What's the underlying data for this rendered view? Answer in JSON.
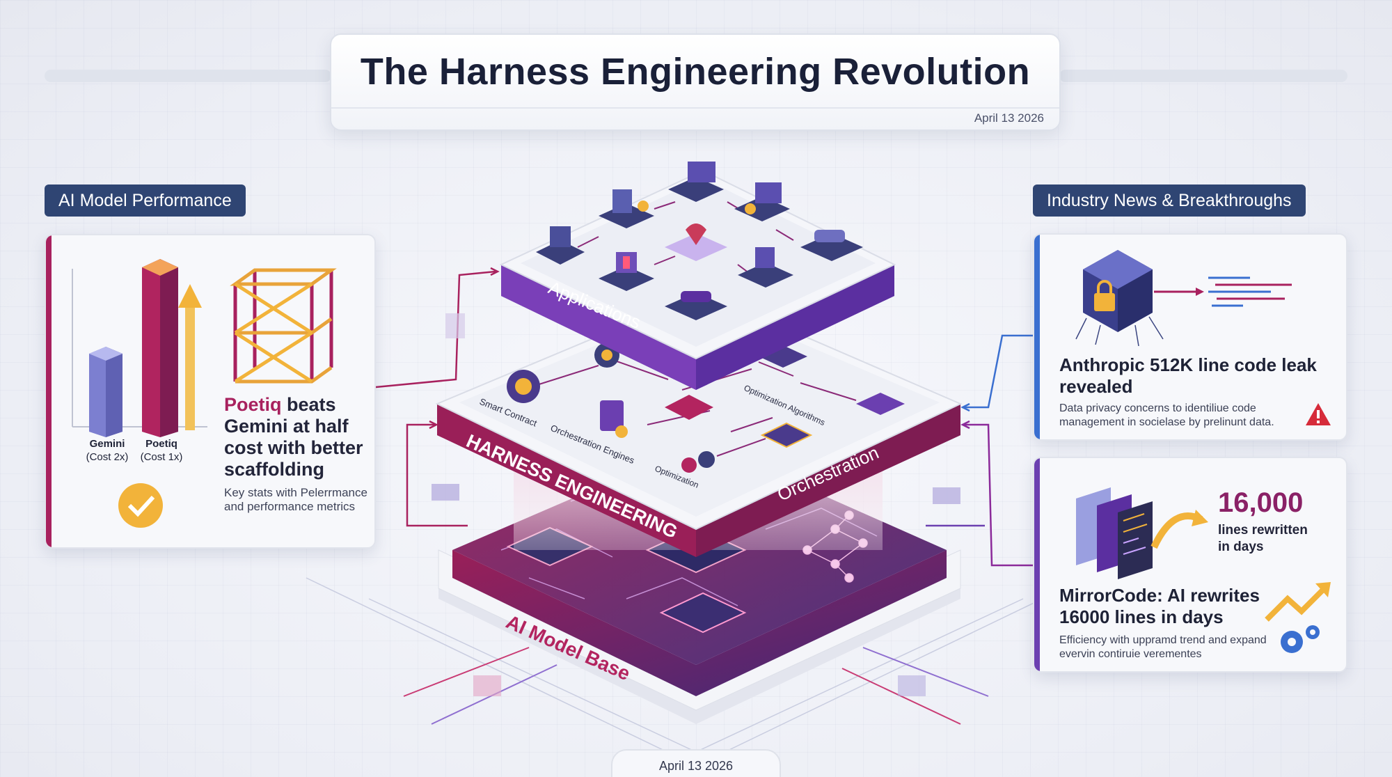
{
  "header": {
    "title": "The Harness Engineering Revolution",
    "date": "April 13 2026"
  },
  "left_panel": {
    "section_label": "AI Model Performance",
    "bars": [
      {
        "name": "Gemini",
        "note": "(Cost 2x)"
      },
      {
        "name": "Poetiq",
        "note": "(Cost 1x)"
      }
    ],
    "headline_highlight": "Poetiq",
    "headline_rest": " beats Gemini at half cost with better scaffolding",
    "subtext": "Key stats with Pelerrmance and performance metrics"
  },
  "center_stack": {
    "top_layer": "Applications",
    "middle_layer": "HARNESS ENGINEERING",
    "middle_side": "Orchestration",
    "base_layer": "AI Model Base",
    "middle_nodes": [
      "Smart Contract",
      "Orchestration Engines",
      "Optimization Algorithms",
      "Optimization"
    ]
  },
  "right_panel": {
    "section_label": "Industry News & Breakthroughs",
    "news": [
      {
        "headline": "Anthropic 512K line code leak revealed",
        "subtext": "Data privacy concerns to identiliue code management in socielase by prelinunt data."
      },
      {
        "stat_value": "16,000",
        "stat_caption": "lines rewritten in days",
        "headline": "MirrorCode: AI rewrites 16000 lines in days",
        "subtext": "Efficiency with uppramd trend and expand evervin contiruie verementes"
      }
    ]
  },
  "footer": {
    "date": "April 13 2026"
  },
  "colors": {
    "navy": "#2f4573",
    "magenta": "#a8215e",
    "purple": "#6b3fb0",
    "gold": "#f2b33a",
    "blue": "#3a6fd0"
  }
}
